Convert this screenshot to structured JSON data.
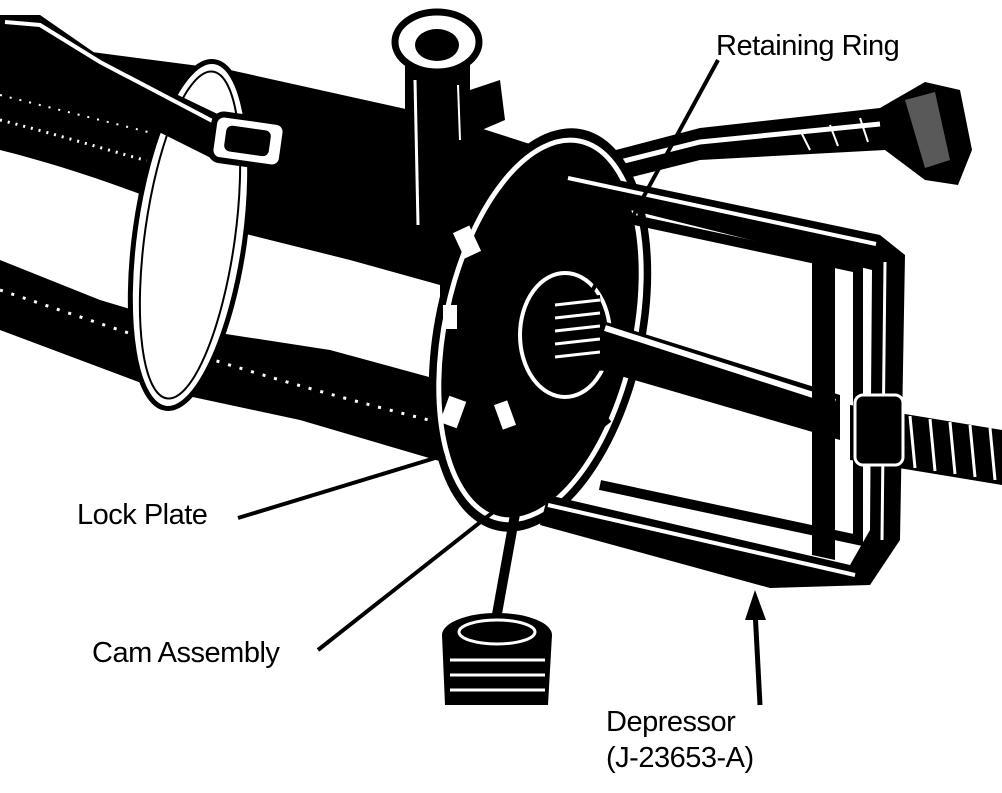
{
  "labels": {
    "retaining_ring": "Retaining Ring",
    "lock_plate": "Lock Plate",
    "cam_assembly": "Cam Assembly",
    "depressor": "Depressor",
    "depressor_part_number": "(J-23653-A)"
  },
  "colors": {
    "ink": "#000000",
    "paper": "#ffffff"
  }
}
